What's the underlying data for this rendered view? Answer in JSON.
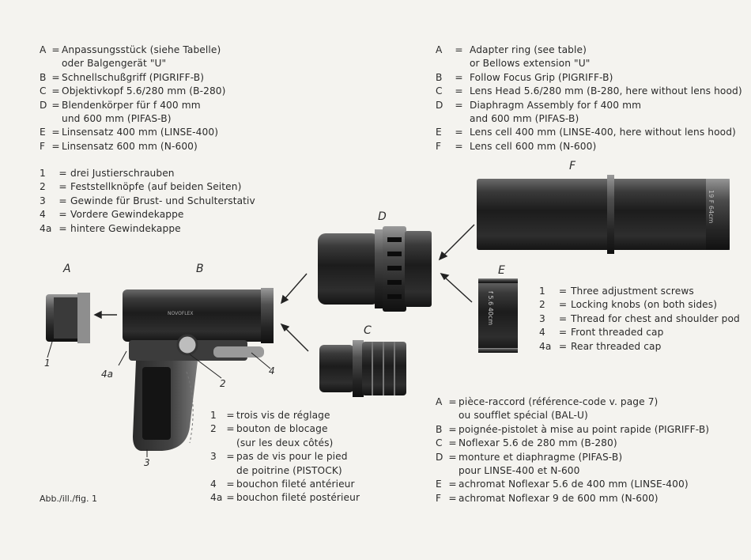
{
  "german_parts": [
    {
      "k": "A",
      "v": "Anpassungsstück (siehe Tabelle)"
    },
    {
      "k": "",
      "v": "oder Balgengerät \"U\""
    },
    {
      "k": "B",
      "v": "Schnellschußgriff (PIGRIFF-B)"
    },
    {
      "k": "C",
      "v": "Objektivkopf 5.6/280 mm (B-280)"
    },
    {
      "k": "D",
      "v": "Blendenkörper für f 400 mm"
    },
    {
      "k": "",
      "v": "und 600 mm (PIFAS-B)"
    },
    {
      "k": "E",
      "v": "Linsensatz 400 mm (LINSE-400)"
    },
    {
      "k": "F",
      "v": "Linsensatz 600 mm (N-600)"
    }
  ],
  "german_numbers": [
    {
      "k": "1",
      "v": "drei Justierschrauben"
    },
    {
      "k": "2",
      "v": "Feststellknöpfe (auf beiden Seiten)"
    },
    {
      "k": "3",
      "v": "Gewinde für Brust- und Schulterstativ"
    },
    {
      "k": "4",
      "v": "Vordere Gewindekappe"
    },
    {
      "k": "4a",
      "v": "hintere Gewindekappe"
    }
  ],
  "english_parts": [
    {
      "k": "A",
      "v": "Adapter ring (see table)"
    },
    {
      "k": "",
      "v": "or Bellows extension \"U\""
    },
    {
      "k": "B",
      "v": "Follow Focus Grip (PIGRIFF-B)"
    },
    {
      "k": "C",
      "v": "Lens Head 5.6/280 mm (B-280, here without lens hood)"
    },
    {
      "k": "D",
      "v": "Diaphragm Assembly for f 400 mm"
    },
    {
      "k": "",
      "v": "and 600 mm (PIFAS-B)"
    },
    {
      "k": "E",
      "v": "Lens cell 400 mm (LINSE-400, here without lens hood)"
    },
    {
      "k": "F",
      "v": "Lens cell 600 mm (N-600)"
    }
  ],
  "english_numbers": [
    {
      "k": "1",
      "v": "Three adjustment screws"
    },
    {
      "k": "2",
      "v": "Locking knobs (on both sides)"
    },
    {
      "k": "3",
      "v": "Thread for chest and shoulder pod"
    },
    {
      "k": "4",
      "v": "Front threaded cap"
    },
    {
      "k": "4a",
      "v": "Rear threaded cap"
    }
  ],
  "french_numbers": [
    {
      "k": "1",
      "v": "trois vis de réglage"
    },
    {
      "k": "2",
      "v": "bouton de blocage"
    },
    {
      "k": "",
      "v": "(sur les deux côtés)"
    },
    {
      "k": "3",
      "v": "pas de vis pour le pied"
    },
    {
      "k": "",
      "v": "de poitrine (PISTOCK)"
    },
    {
      "k": "4",
      "v": "bouchon fileté antérieur"
    },
    {
      "k": "4a",
      "v": "bouchon fileté postérieur"
    }
  ],
  "french_parts": [
    {
      "k": "A",
      "v": "pièce-raccord (référence-code v. page 7)"
    },
    {
      "k": "",
      "v": "ou soufflet spécial (BAL-U)"
    },
    {
      "k": "B",
      "v": "poignée-pistolet à mise au point rapide (PIGRIFF-B)"
    },
    {
      "k": "C",
      "v": "Noflexar 5.6 de 280 mm (B-280)"
    },
    {
      "k": "D",
      "v": "monture et diaphragme (PIFAS-B)"
    },
    {
      "k": "",
      "v": "pour LINSE-400 et N-600"
    },
    {
      "k": "E",
      "v": "achromat Noflexar 5.6 de 400 mm (LINSE-400)"
    },
    {
      "k": "F",
      "v": "achromat Noflexar 9 de 600 mm (N-600)"
    }
  ],
  "figure_caption": "Abb./ill./fig. 1",
  "drawing_labels": {
    "a": "A",
    "b": "B",
    "c": "C",
    "d": "D",
    "e": "E",
    "f": "F",
    "n1": "1",
    "n2": "2",
    "n3": "3",
    "n4": "4",
    "n4a": "4a"
  },
  "engravings": {
    "f_barrel": "19   F 64cm",
    "e_cell": "f 5.6   40cm",
    "b_body": "NOVOFLEX"
  }
}
